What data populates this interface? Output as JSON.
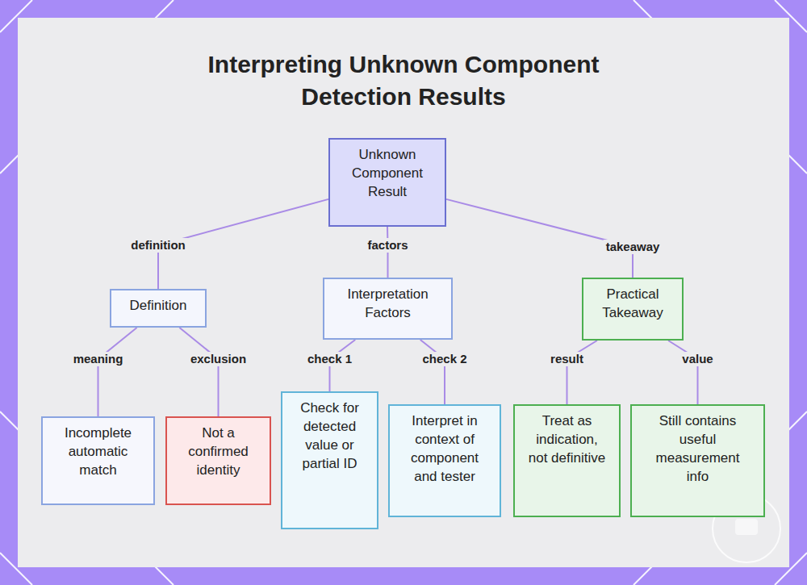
{
  "diagram": {
    "title": "Interpreting Unknown Component Detection Results",
    "nodes": [
      {
        "text": [
          "Unknown Component Result"
        ]
      },
      {
        "text": [
          "Definition"
        ]
      },
      {
        "text": [
          "Interpretation Factors"
        ]
      },
      {
        "text": [
          "Practical Takeaway"
        ]
      },
      {
        "text": [
          "Incomplete automatic match"
        ]
      },
      {
        "text": [
          "Not a confirmed identity"
        ]
      },
      {
        "text": [
          "Check for detected value or partial ID"
        ]
      },
      {
        "text": [
          "Interpret in context of component and tester"
        ]
      },
      {
        "text": [
          "Treat as indication, not definitive"
        ]
      },
      {
        "text": [
          "Still contains useful measurement info"
        ]
      }
    ],
    "edges": [
      {
        "from": 0,
        "to": 1,
        "label": "definition",
        "arrow": "none"
      },
      {
        "from": 0,
        "to": 2,
        "label": "factors",
        "arrow": "none"
      },
      {
        "from": 0,
        "to": 3,
        "label": "takeaway",
        "arrow": "none"
      },
      {
        "from": 1,
        "to": 4,
        "label": "meaning",
        "arrow": "none"
      },
      {
        "from": 1,
        "to": 5,
        "label": "exclusion",
        "arrow": "none"
      },
      {
        "from": 2,
        "to": 6,
        "label": "check 1",
        "arrow": "none"
      },
      {
        "from": 2,
        "to": 7,
        "label": "check 2",
        "arrow": "none"
      },
      {
        "from": 3,
        "to": 8,
        "label": "result",
        "arrow": "none"
      },
      {
        "from": 3,
        "to": 9,
        "label": "value",
        "arrow": "none"
      }
    ]
  }
}
